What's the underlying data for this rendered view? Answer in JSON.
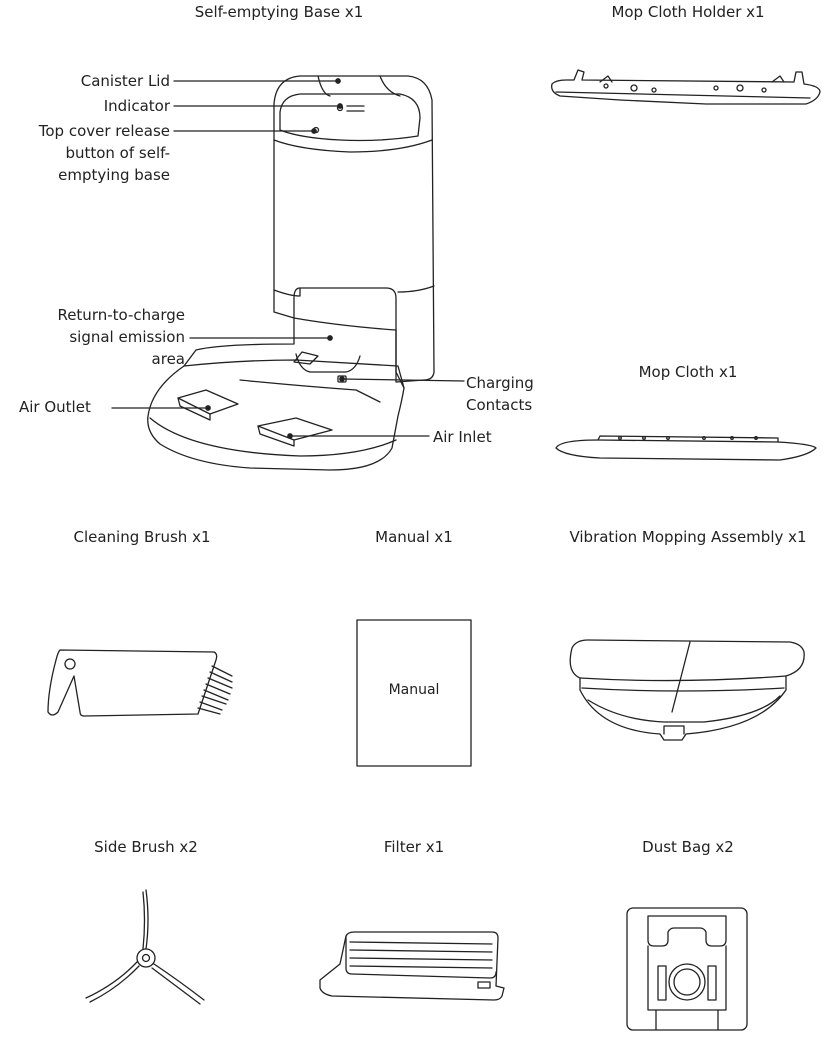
{
  "titles": {
    "self_emptying_base": "Self-emptying Base x1",
    "mop_cloth_holder": "Mop Cloth Holder x1",
    "mop_cloth": "Mop Cloth x1",
    "cleaning_brush": "Cleaning Brush x1",
    "manual": "Manual x1",
    "vibration_mopping_assembly": "Vibration Mopping Assembly x1",
    "side_brush": "Side Brush x2",
    "filter": "Filter x1",
    "dust_bag": "Dust Bag x2"
  },
  "callouts": {
    "canister_lid": "Canister Lid",
    "indicator": "Indicator",
    "top_cover_release": [
      "Top cover release",
      "button of self-",
      "emptying base"
    ],
    "return_signal": [
      "Return-to-charge",
      "signal emission",
      "area"
    ],
    "air_outlet": "Air Outlet",
    "charging_contacts": [
      "Charging",
      "Contacts"
    ],
    "air_inlet": "Air Inlet"
  },
  "manual_cover_text": "Manual",
  "colors": {
    "line": "#222222",
    "background": "#ffffff"
  }
}
